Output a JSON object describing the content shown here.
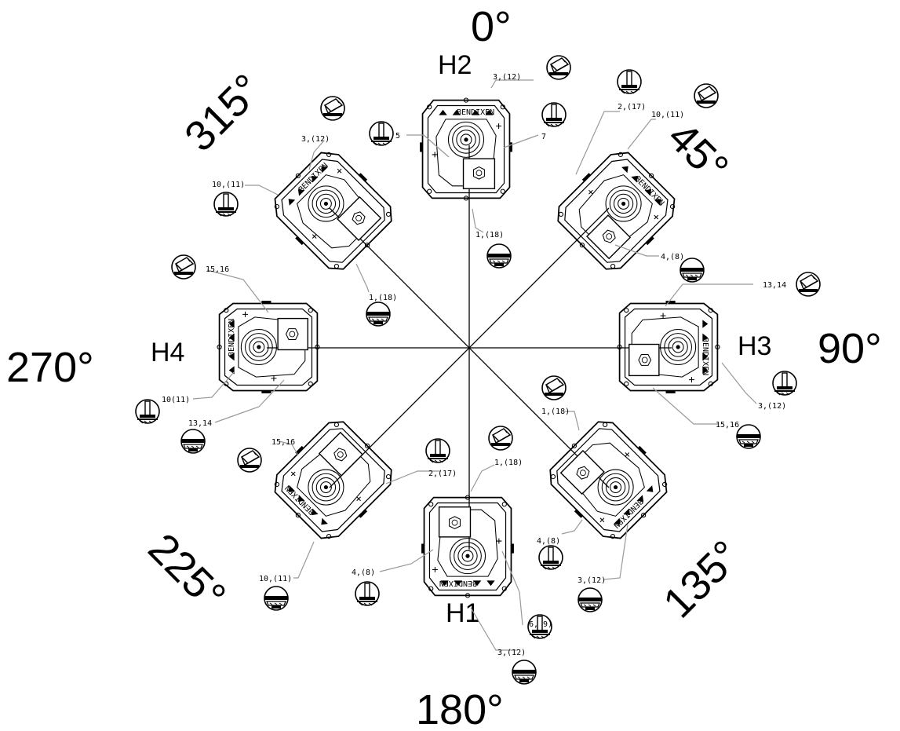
{
  "angles": {
    "a0": "0°",
    "a45": "45°",
    "a90": "90°",
    "a135": "135°",
    "a180": "180°",
    "a225": "225°",
    "a270": "270°",
    "a315": "315°"
  },
  "positions": {
    "h1": "H1",
    "h2": "H2",
    "h3": "H3",
    "h4": "H4"
  },
  "housing_label": "BENDIXEN",
  "callouts": {
    "h2_top": "3,(12)",
    "h2_left": "5",
    "h2_right": "7",
    "h2_bottom": "1,(18)",
    "d45_top_a": "2,(17)",
    "d45_top_b": "10,(11)",
    "d45_bottom": "4,(8)",
    "h3_top": "13,14",
    "h3_right": "3,(12)",
    "h3_bottom": "15,16",
    "d135_top": "1,(18)",
    "d135_left": "4,(8)",
    "d135_bottom": "3,(12)",
    "h1_top": "1,(18)",
    "h1_left": "4,(8)",
    "h1_right": "6,(9)",
    "h1_bottom": "3,(12)",
    "d225_top_a": "15,16",
    "d225_top_b": "2,(17)",
    "d225_bottom": "10,(11)",
    "h4_top": "15,16",
    "h4_bottom_a": "10(11)",
    "h4_bottom_b": "13,14",
    "d315_top": "3,(12)",
    "d315_left": "10,(11)",
    "d315_bottom": "1,(18)"
  },
  "icons": {
    "bolt": "bolt-icon",
    "nut": "nut-icon",
    "plug": "plug-icon"
  }
}
